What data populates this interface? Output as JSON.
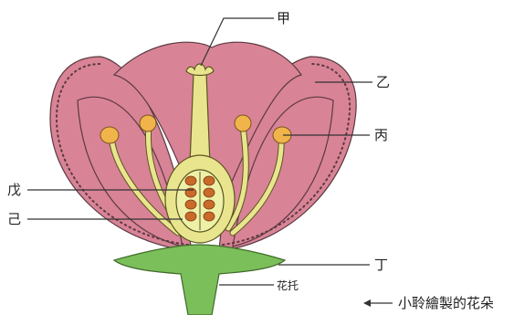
{
  "labels": {
    "jia": "甲",
    "yi": "乙",
    "bing": "丙",
    "ding": "丁",
    "wu": "戊",
    "ji": "己",
    "receptacle": "花托"
  },
  "caption": "小聆繪製的花朵",
  "colors": {
    "petal": "#d98397",
    "petal_outline": "#5a3a40",
    "pistil": "#e9e58e",
    "anther": "#f0b44a",
    "ovule": "#c96a2a",
    "receptacle": "#7bbf5a"
  },
  "ovary_ovule_count": 8
}
